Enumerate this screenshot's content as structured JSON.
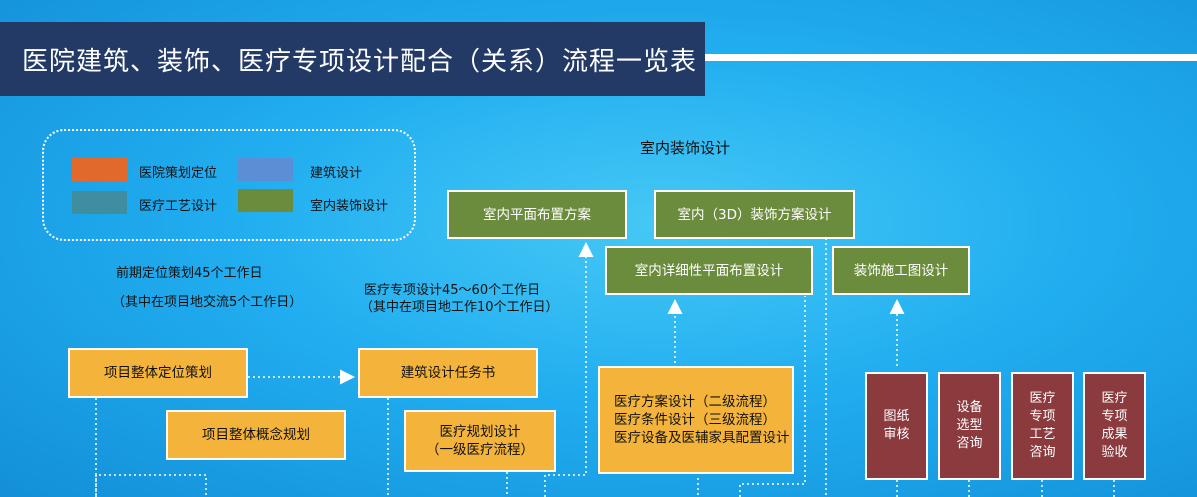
{
  "header": {
    "title": "医院建筑、装饰、医疗专项设计配合（关系）流程一览表"
  },
  "legend": {
    "items": [
      {
        "label": "医院策划定位",
        "color": "#e0692b"
      },
      {
        "label": "建筑设计",
        "color": "#5a8fd6"
      },
      {
        "label": "医疗工艺设计",
        "color": "#3f8ea0"
      },
      {
        "label": "室内装饰设计",
        "color": "#6b8b3d"
      }
    ]
  },
  "notes": {
    "preplan_line1": "前期定位策划45个工作日",
    "preplan_line2": "（其中在项目地交流5个工作日）",
    "medical_line1": "医疗专项设计45～60个工作日",
    "medical_line2": "（其中在项目地工作10个工作日）"
  },
  "interior_title": "室内装饰设计",
  "boxes": {
    "positioning": "项目整体定位策划",
    "concept": "项目整体概念规划",
    "task_book": "建筑设计任务书",
    "medical_plan_1": "医疗规划设计",
    "medical_plan_2": "（一级医疗流程）",
    "medical_detail_1": "医疗方案设计（二级流程）",
    "medical_detail_2": "医疗条件设计（三级流程）",
    "medical_detail_3": "医疗设备及医辅家具配置设计",
    "interior_plan": "室内平面布置方案",
    "interior_3d": "室内（3D）装饰方案设计",
    "interior_detail_plan": "室内详细性平面布置设计",
    "construction_drawing": "装饰施工图设计",
    "drawing_review": [
      "图纸",
      "审核"
    ],
    "equipment_selection": [
      "设备",
      "选型",
      "咨询"
    ],
    "medical_process_consult": [
      "医疗",
      "专项",
      "工艺",
      "咨询"
    ],
    "medical_result_accept": [
      "医疗",
      "专项",
      "成果",
      "验收"
    ]
  }
}
